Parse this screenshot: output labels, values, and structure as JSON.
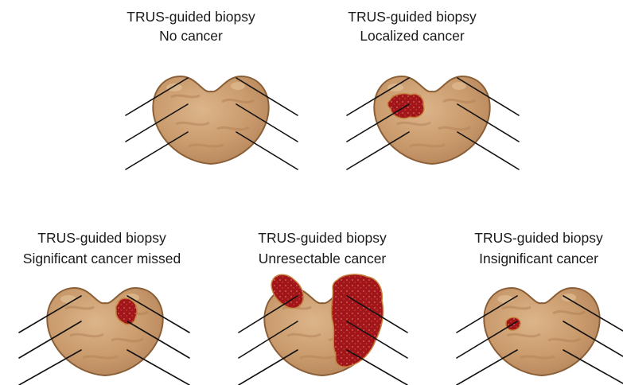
{
  "panels": [
    {
      "line1": "TRUS-guided biopsy",
      "line2": "No cancer",
      "tumors": []
    },
    {
      "line1": "TRUS-guided biopsy",
      "line2": "Localized cancer",
      "tumors": [
        "small-left-tumor"
      ]
    },
    {
      "line1": "TRUS-guided biopsy",
      "line2": "Significant cancer missed",
      "tumors": [
        "right-lobe-tumor"
      ]
    },
    {
      "line1": "TRUS-guided biopsy",
      "line2": "Unresectable cancer",
      "tumors": [
        "left-upper-tumor",
        "right-lobe-large-tumor"
      ]
    },
    {
      "line1": "TRUS-guided biopsy",
      "line2": "Insignificant cancer",
      "tumors": [
        "tiny-tumor"
      ]
    }
  ],
  "colors": {
    "gland": "#c99a6c",
    "gland_outline": "#8a5f37",
    "tumor": "#a2161b",
    "tumor_outline": "#c7833e",
    "needle": "#111111"
  }
}
